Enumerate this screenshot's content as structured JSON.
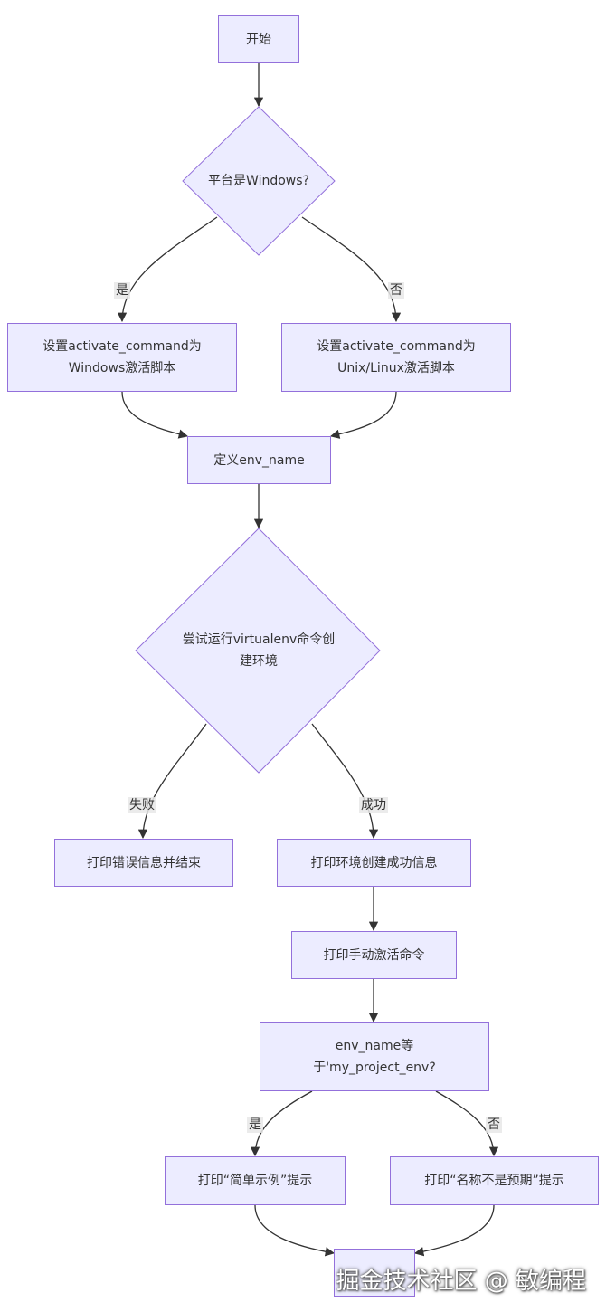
{
  "nodes": {
    "start": "开始",
    "platform_question": "平台是Windows?",
    "set_windows_line1": "设置activate_command为",
    "set_windows_line2": "Windows激活脚本",
    "set_unix_line1": "设置activate_command为",
    "set_unix_line2": "Unix/Linux激活脚本",
    "define_env_name": "定义env_name",
    "try_virtualenv_line1": "尝试运行virtualenv命令创",
    "try_virtualenv_line2": "建环境",
    "print_error": "打印错误信息并结束",
    "print_success": "打印环境创建成功信息",
    "print_activate": "打印手动激活命令",
    "env_check_line1": "env_name等",
    "env_check_line2": "于'my_project_env?",
    "print_simple": "打印“简单示例”提示",
    "print_unexpected": "打印“名称不是预期”提示"
  },
  "edge_labels": {
    "yes_1": "是",
    "no_1": "否",
    "fail": "失败",
    "success": "成功",
    "yes_2": "是",
    "no_2": "否"
  },
  "colors": {
    "node_fill": "#ececff",
    "node_border": "#9370db",
    "edge": "#333333",
    "edge_label_bg": "#e8e8e8"
  },
  "watermark": "掘金技术社区 @ 敏编程"
}
